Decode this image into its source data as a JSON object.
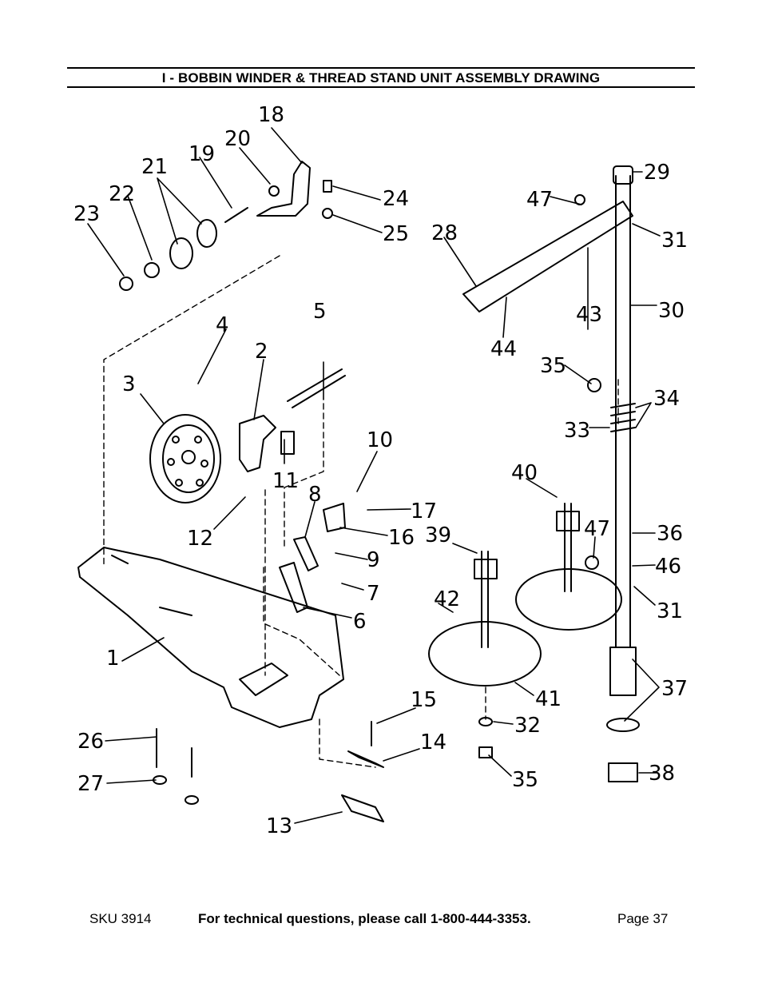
{
  "header": {
    "title": "I - BOBBIN WINDER & THREAD STAND UNIT ASSEMBLY DRAWING"
  },
  "drawing": {
    "part_labels": [
      "1",
      "2",
      "3",
      "4",
      "5",
      "6",
      "7",
      "8",
      "9",
      "10",
      "11",
      "12",
      "13",
      "14",
      "15",
      "16",
      "17",
      "18",
      "19",
      "20",
      "21",
      "22",
      "23",
      "24",
      "25",
      "26",
      "27",
      "28",
      "29",
      "30",
      "31",
      "33",
      "32",
      "34",
      "35",
      "36",
      "37",
      "38",
      "39",
      "40",
      "41",
      "42",
      "43",
      "44",
      "46",
      "47"
    ],
    "extra_labels": {
      "p31b": "31",
      "p35b": "35",
      "p47b": "47"
    }
  },
  "footer": {
    "sku": "SKU 3914",
    "tech": "For technical questions, please call 1-800-444-3353.",
    "page": "Page 37"
  }
}
